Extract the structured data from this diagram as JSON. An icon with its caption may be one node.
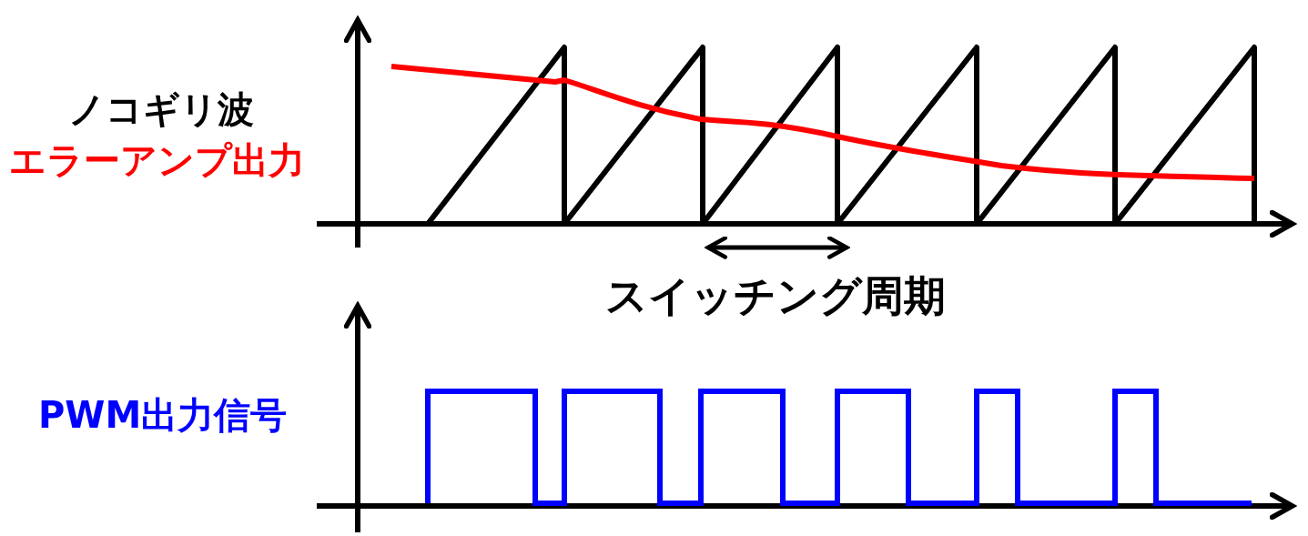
{
  "diagram": {
    "labels": [
      "ノコギリ波",
      "エラーアンプ出力",
      "スイッチング周期",
      "PWM出力信号"
    ]
  }
}
